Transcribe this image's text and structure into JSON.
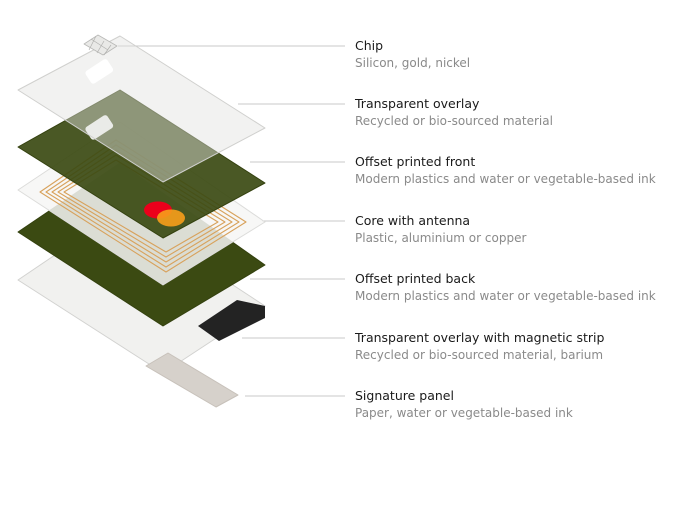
{
  "layers": [
    {
      "title": "Chip",
      "description": "Silicon, gold, nickel"
    },
    {
      "title": "Transparent overlay",
      "description": "Recycled or bio-sourced material"
    },
    {
      "title": "Offset printed front",
      "description": "Modern plastics and water or vegetable-based ink"
    },
    {
      "title": "Core with antenna",
      "description": "Plastic, aluminium or copper"
    },
    {
      "title": "Offset printed back",
      "description": "Modern plastics and water or vegetable-based ink"
    },
    {
      "title": "Transparent overlay with magnetic strip",
      "description": "Recycled or bio-sourced material, barium"
    },
    {
      "title": "Signature panel",
      "description": "Paper, water or vegetable-based ink"
    }
  ],
  "colors": {
    "card_green": "#3b4a12",
    "overlay": "#e6e6e4",
    "core": "#f6f6f4",
    "antenna": "#d8a25c",
    "mastercard_red": "#eb001b",
    "mastercard_orange": "#f79e1b",
    "magnetic_strip": "#222222",
    "signature_panel": "#d6d1cb",
    "leader_line": "#c8c8c8"
  }
}
